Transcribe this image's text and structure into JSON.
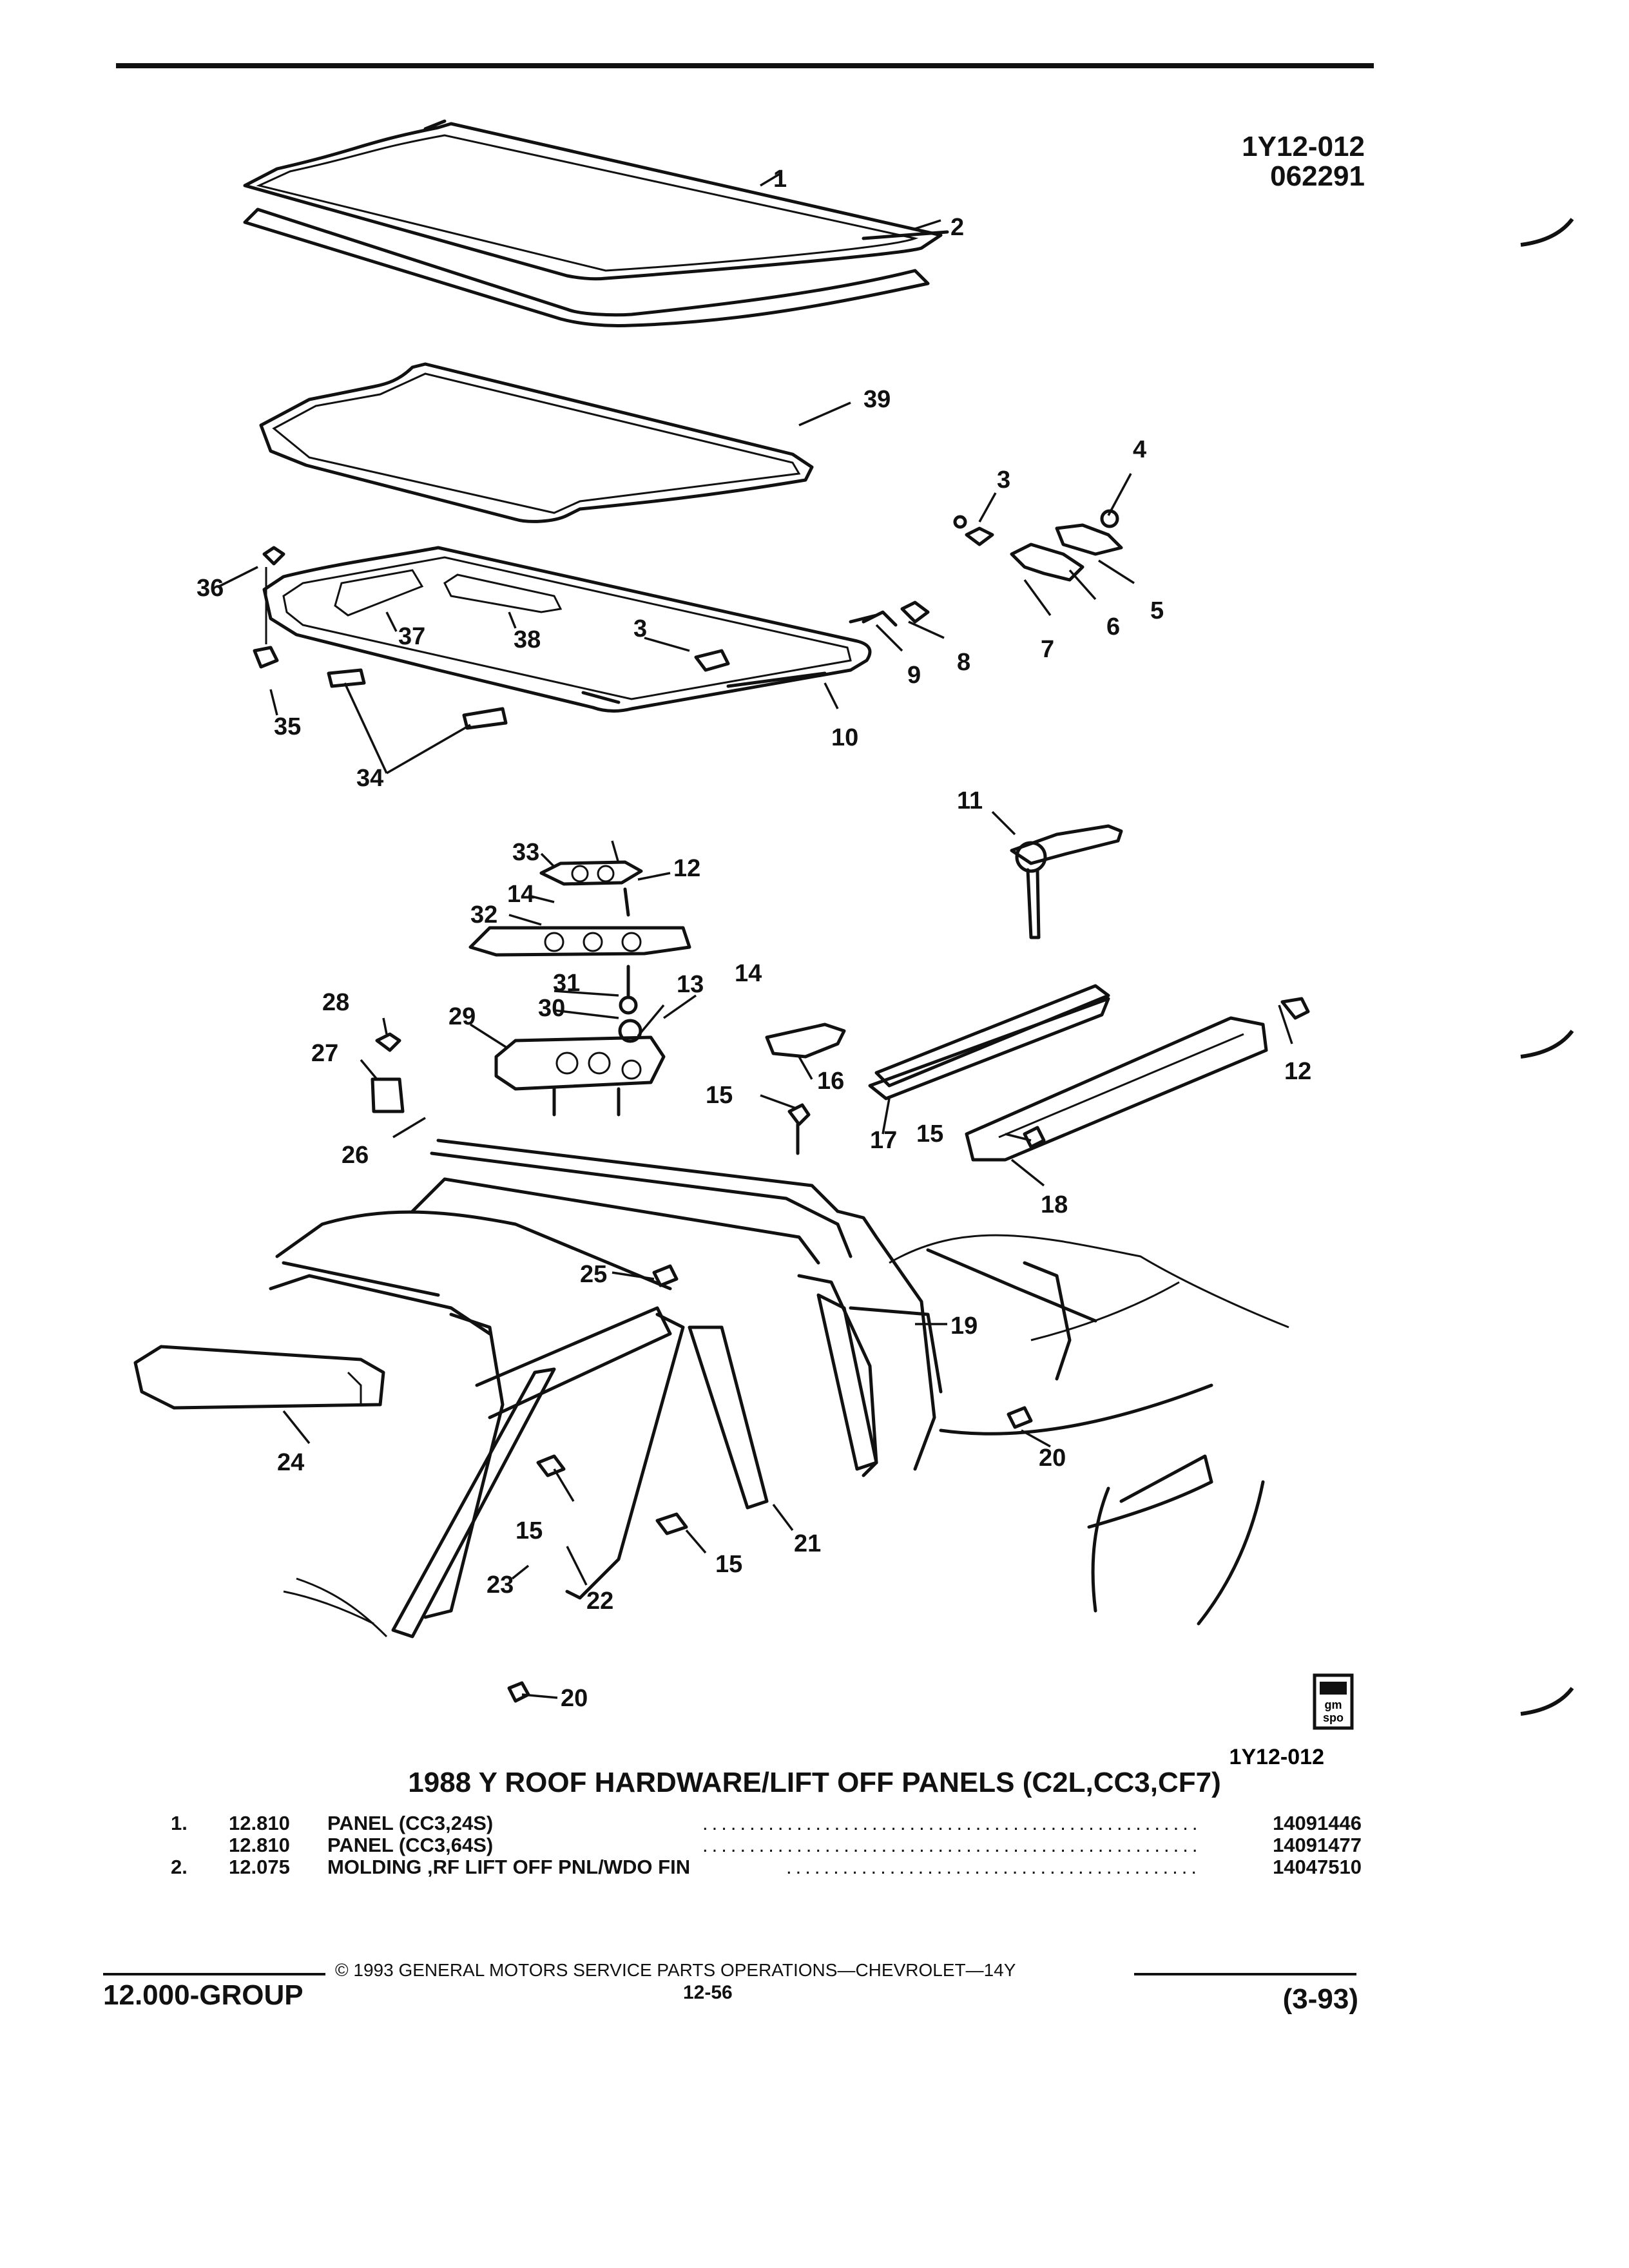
{
  "header": {
    "ref_code": "1Y12-012",
    "ref_date": "062291"
  },
  "diagram": {
    "callouts": [
      "1",
      "2",
      "3",
      "4",
      "5",
      "6",
      "7",
      "8",
      "9",
      "10",
      "11",
      "12",
      "13",
      "14",
      "15",
      "16",
      "17",
      "18",
      "19",
      "20",
      "21",
      "22",
      "23",
      "24",
      "25",
      "26",
      "27",
      "28",
      "29",
      "30",
      "31",
      "32",
      "33",
      "34",
      "35",
      "36",
      "37",
      "38",
      "39"
    ],
    "figure_code": "1Y12-012",
    "logo_text": [
      "gm",
      "spo"
    ]
  },
  "parts_list": {
    "title": "1988 Y ROOF HARDWARE/LIFT OFF PANELS (C2L,CC3,CF7)",
    "rows": [
      {
        "index": "1.",
        "group": "12.810",
        "description": "PANEL (CC3,24S)",
        "part_no": "14091446"
      },
      {
        "index": "",
        "group": "12.810",
        "description": "PANEL (CC3,64S)",
        "part_no": "14091477"
      },
      {
        "index": "2.",
        "group": "12.075",
        "description": "MOLDING ,RF LIFT OFF PNL/WDO FIN",
        "part_no": "14047510"
      }
    ],
    "leader_dots": "................................................................................"
  },
  "footer": {
    "copyright": "© 1993  GENERAL MOTORS SERVICE PARTS OPERATIONS—CHEVROLET—14Y",
    "group": "12.000-GROUP",
    "page": "12-56",
    "date_code": "(3-93)"
  }
}
